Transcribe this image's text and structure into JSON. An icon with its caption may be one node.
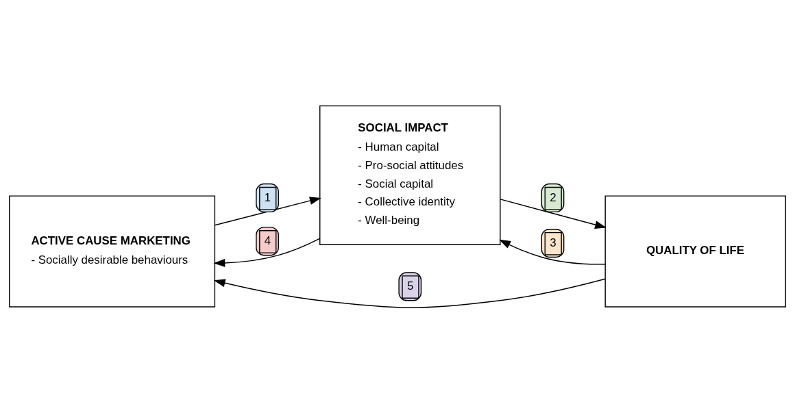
{
  "diagram": {
    "nodes": [
      {
        "text": [
          "ACTIVE CAUSE MARKETING",
          "- Socially desirable behaviours"
        ]
      },
      {
        "text": [
          "SOCIAL IMPACT",
          "- Human capital",
          "- Pro-social attitudes",
          "- Social capital",
          "- Collective identity",
          "- Well-being"
        ]
      },
      {
        "text": [
          "QUALITY OF LIFE"
        ]
      }
    ],
    "edges": [
      {
        "from": 0,
        "to": 1,
        "arrow": "to",
        "label": "1"
      },
      {
        "from": 1,
        "to": 2,
        "arrow": "to",
        "label": "2"
      },
      {
        "from": 2,
        "to": 1,
        "arrow": "to",
        "label": "3"
      },
      {
        "from": 1,
        "to": 0,
        "arrow": "to",
        "label": "4"
      },
      {
        "from": 2,
        "to": 0,
        "arrow": "to",
        "label": "5"
      }
    ]
  }
}
